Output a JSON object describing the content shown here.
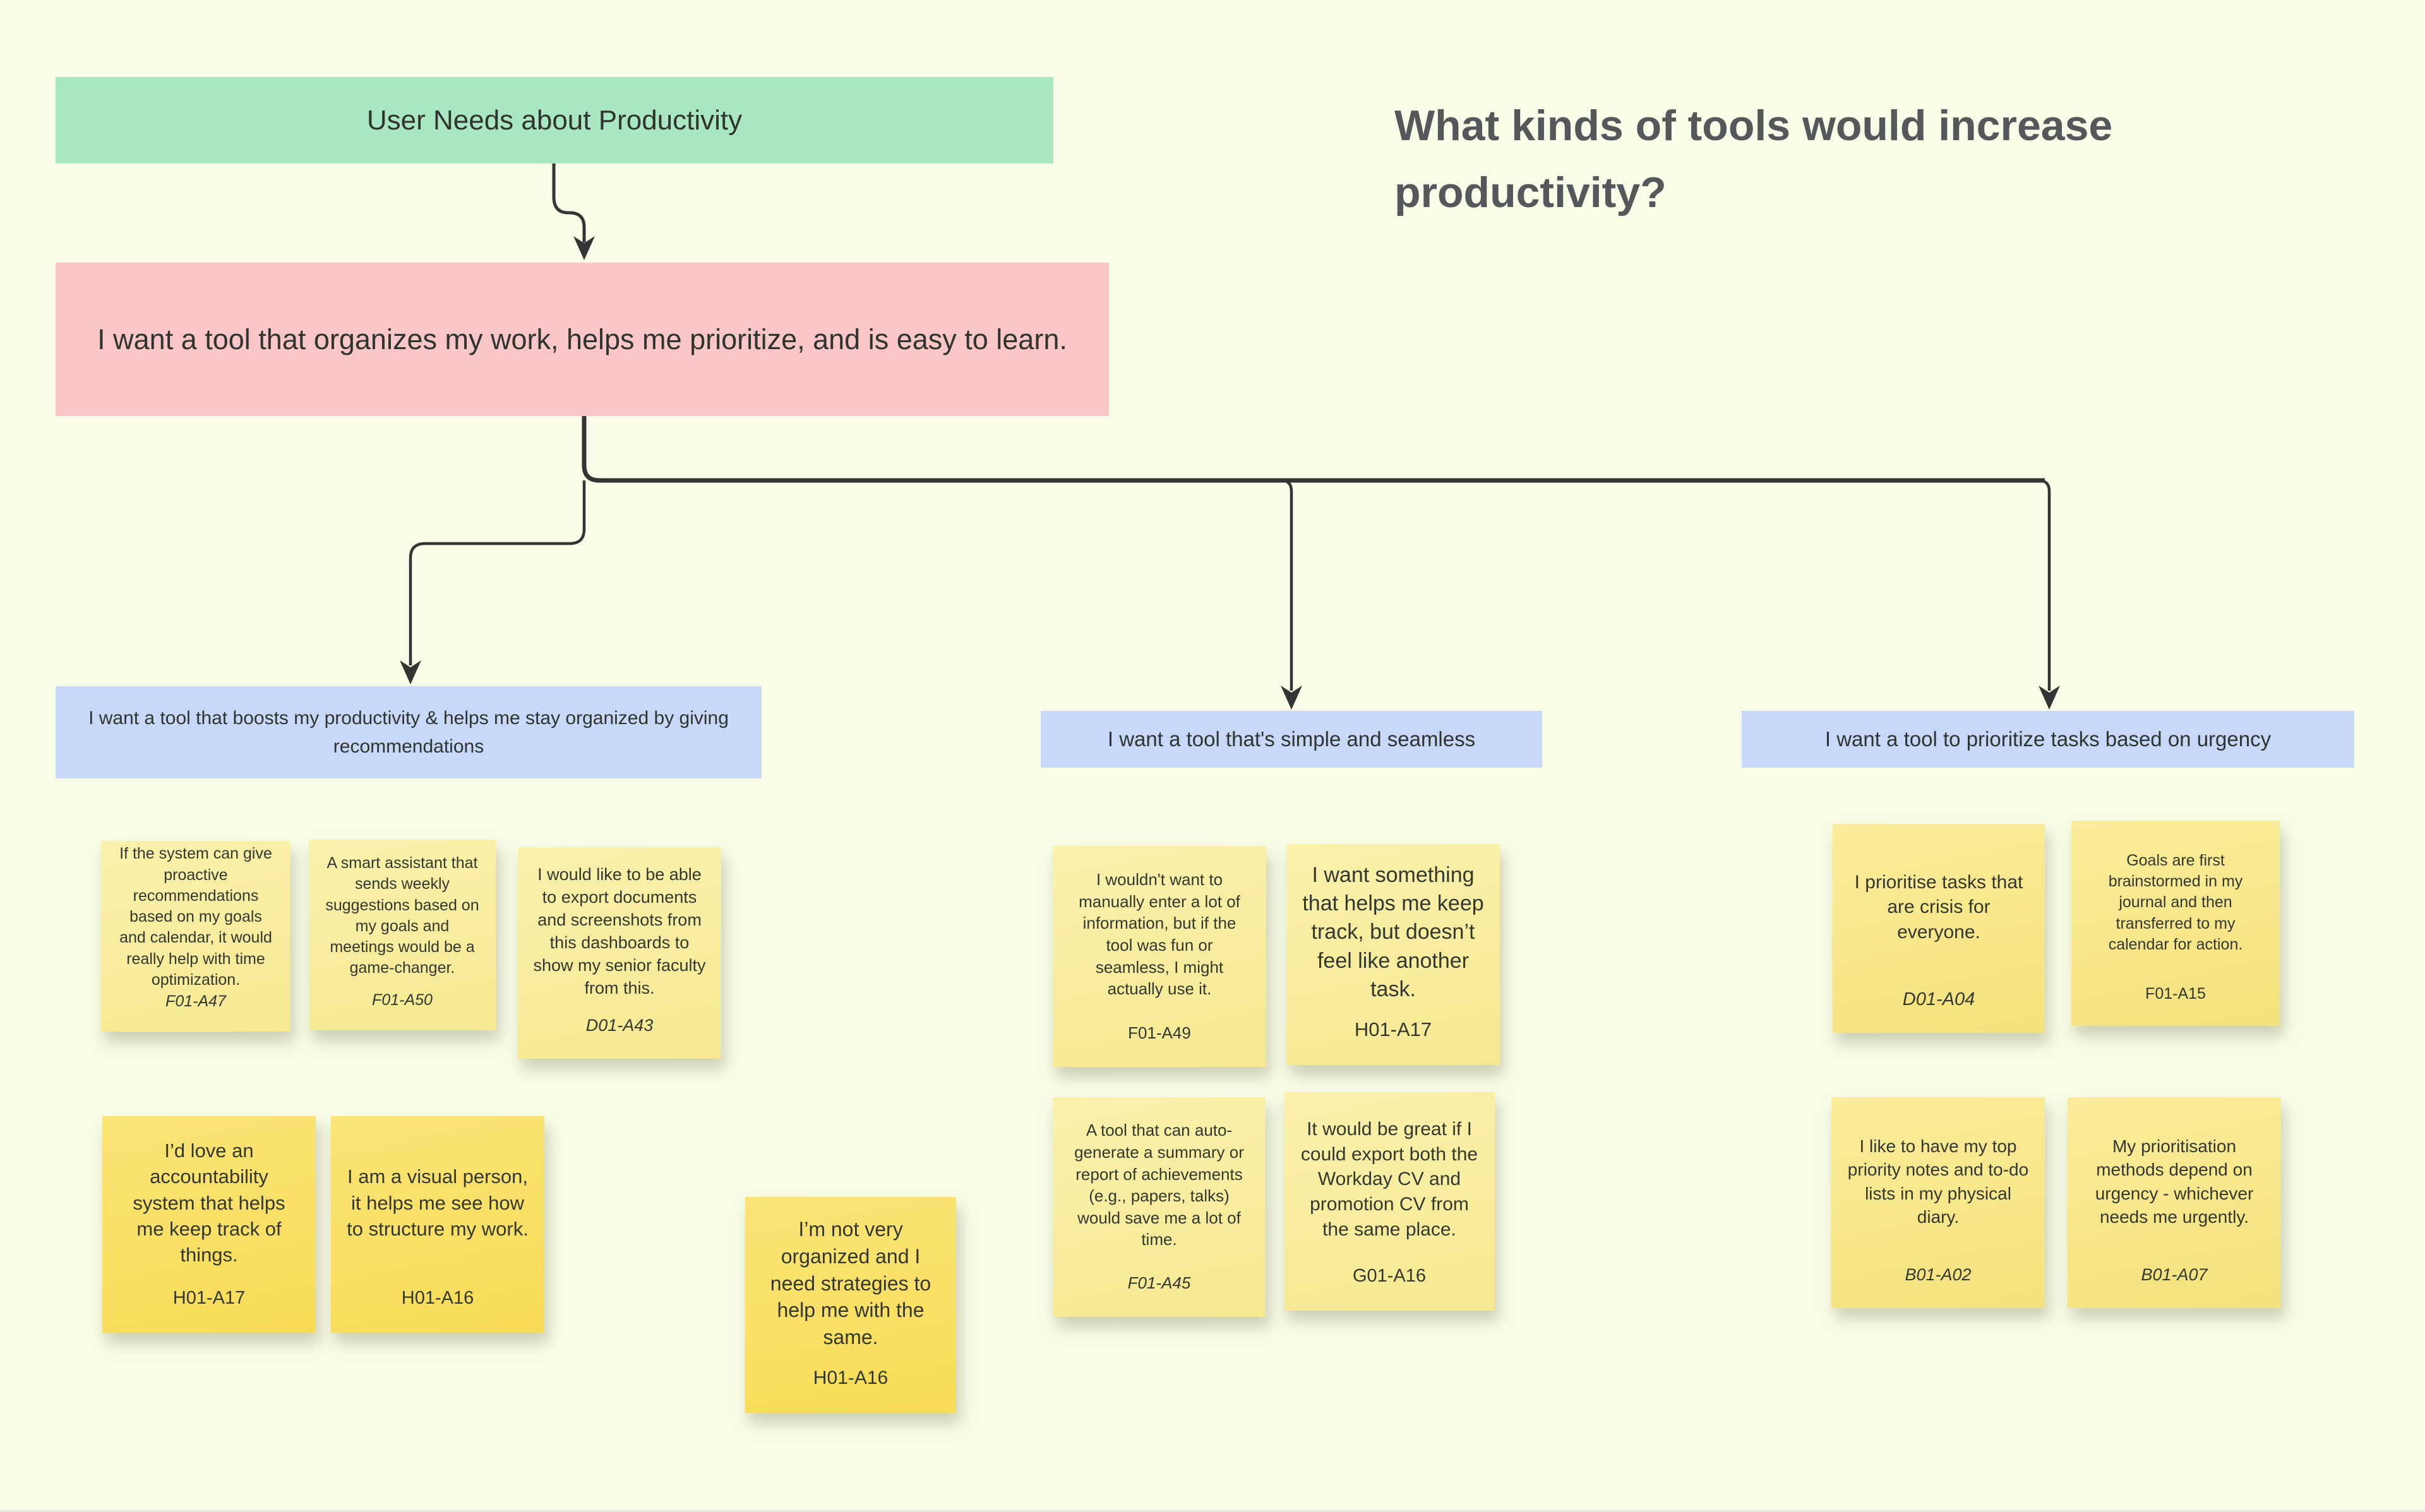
{
  "board": {
    "question_heading": "What kinds of tools would increase productivity?",
    "root_label": "User Needs about Productivity",
    "parent_need_label": "I want a tool that organizes my work, helps me prioritize, and is easy to learn.",
    "palette": {
      "background": "#F9FCE7",
      "root_green": "#A9E7C2",
      "need_pink": "#FAC6C8",
      "cluster_blue": "#C7D8F8",
      "note_yellow_light": "#F8EDA1",
      "note_yellow_mid": "#F8E88C",
      "note_yellow_dark": "#FAE06A",
      "connector": "#343434",
      "heading_text": "#54585A",
      "body_text": "#2F342E"
    }
  },
  "clusters": [
    {
      "label": "I want a tool that boosts my productivity & helps me stay organized by giving recommendations",
      "notes": [
        {
          "text": "If the system can give proactive recommendations based on my goals and calendar, it would really help with time optimization.",
          "id": "F01-A47"
        },
        {
          "text": "A smart assistant that sends weekly suggestions based on my goals and meetings would be a game-changer.",
          "id": "F01-A50"
        },
        {
          "text": "I would like to be able to export documents and screenshots from this dashboards to show my senior faculty from this.",
          "id": "D01-A43"
        },
        {
          "text": "I’d love an accountability system that helps me keep track of things.",
          "id": "H01-A17"
        },
        {
          "text": "I am a visual person, it helps me see how to structure my work.",
          "id": "H01-A16"
        },
        {
          "text": "I’m not very organized and I need strategies to help me with the same.",
          "id": "H01-A16"
        }
      ]
    },
    {
      "label": "I want a tool that's simple and seamless",
      "notes": [
        {
          "text": "I wouldn't want to manually enter a lot of information, but if the tool was fun or seamless, I might actually use it.",
          "id": "F01-A49"
        },
        {
          "text": "I want something that helps me keep track, but doesn’t feel like another task.",
          "id": "H01-A17"
        },
        {
          "text": "A tool that can auto-generate a summary or report of achievements (e.g., papers, talks) would save me a lot of time.",
          "id": "F01-A45"
        },
        {
          "text": "It would be great if I could export both the Workday CV and promotion CV from the same place.",
          "id": "G01-A16"
        }
      ]
    },
    {
      "label": "I want a tool to prioritize tasks based on urgency",
      "notes": [
        {
          "text": "I prioritise tasks that are crisis for everyone.",
          "id": "D01-A04"
        },
        {
          "text": "Goals are first brainstormed in my journal and then transferred to my calendar for action.",
          "id": "F01-A15"
        },
        {
          "text": "I like to have my top priority notes and to-do lists in my physical diary.",
          "id": "B01-A02"
        },
        {
          "text": "My prioritisation methods depend on urgency - whichever needs me urgently.",
          "id": "B01-A07"
        }
      ]
    }
  ]
}
